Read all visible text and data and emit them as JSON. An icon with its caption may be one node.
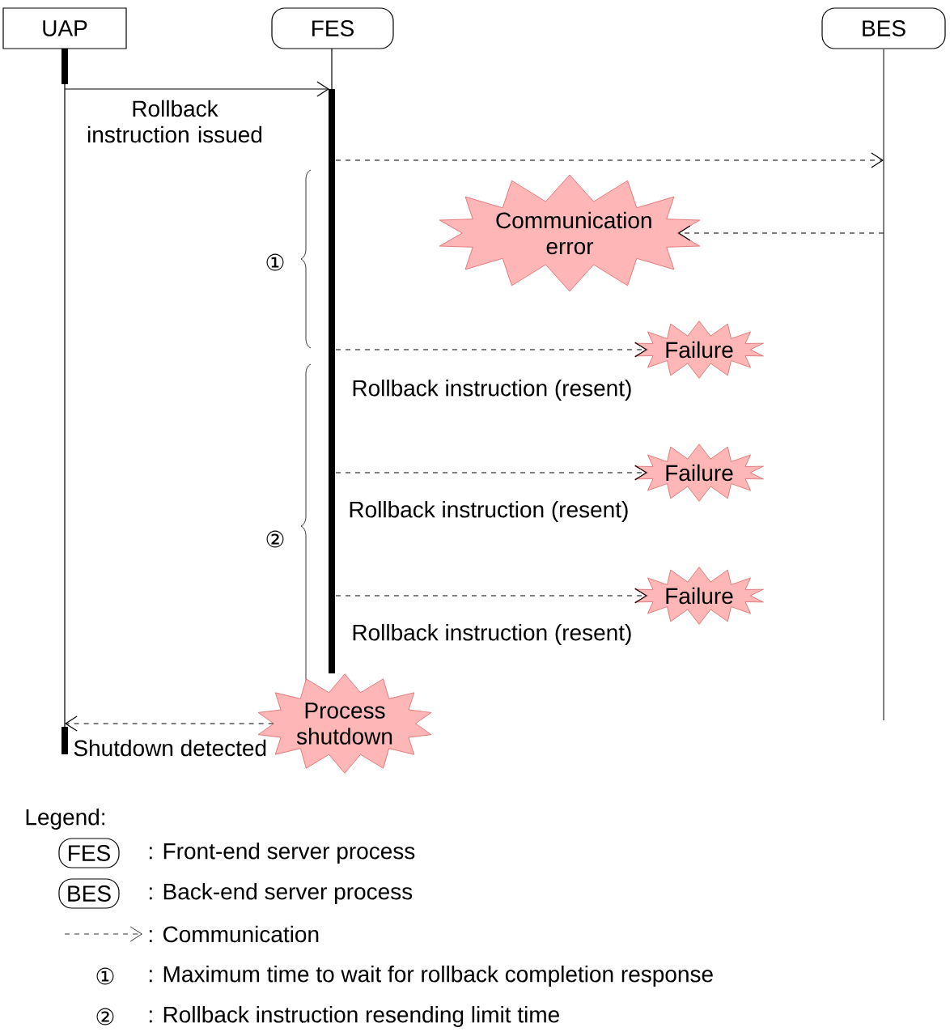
{
  "diagram": {
    "nodes": [
      {
        "text": [
          "UAP"
        ]
      },
      {
        "text": [
          "FES"
        ]
      },
      {
        "text": [
          "BES"
        ]
      },
      {
        "text": [
          "Communication error"
        ]
      },
      {
        "text": [
          "Failure"
        ]
      },
      {
        "text": [
          "Failure"
        ]
      },
      {
        "text": [
          "Failure"
        ]
      },
      {
        "text": [
          "Process shutdown"
        ]
      },
      {
        "text": [
          "FES"
        ],
        "beside": [
          ": Front-end server process"
        ]
      },
      {
        "text": [
          "BES"
        ],
        "beside": [
          ": Back-end server process"
        ]
      }
    ],
    "edges": [
      {
        "from": 0,
        "to": 1,
        "arrow": "to",
        "label": "Rollback instruction issued"
      },
      {
        "from": 1,
        "to": 2,
        "arrow": "to",
        "style": "dashed"
      },
      {
        "from": 2,
        "to": 3,
        "arrow": "to",
        "style": "dashed"
      },
      {
        "from": 1,
        "to": 4,
        "arrow": "to",
        "style": "dashed",
        "label": "Rollback instruction (resent)"
      },
      {
        "from": 1,
        "to": 5,
        "arrow": "to",
        "style": "dashed",
        "label": "Rollback instruction (resent)"
      },
      {
        "from": 1,
        "to": 6,
        "arrow": "to",
        "style": "dashed",
        "label": "Rollback instruction (resent)"
      },
      {
        "from": 7,
        "to": 0,
        "arrow": "to",
        "style": "dashed",
        "label": "Shutdown detected"
      }
    ],
    "labels": [
      "①",
      "②",
      "Legend:",
      "①",
      ": Maximum time to wait for rollback completion response",
      "②",
      ": Rollback instruction resending limit time"
    ],
    "legend": [
      {
        "text": ": Communication"
      }
    ]
  }
}
